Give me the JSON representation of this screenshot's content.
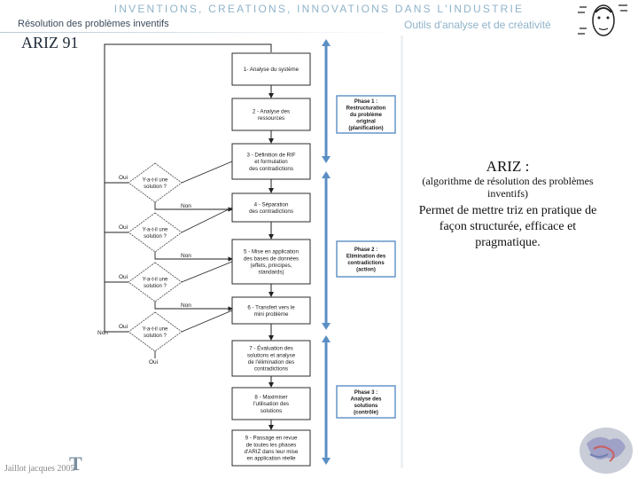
{
  "header": {
    "banner": "INVENTIONS, CREATIONS, INNOVATIONS DANS L'INDUSTRIE",
    "left": "Résolution des problèmes inventifs",
    "right": "Outils d'analyse et de créativité"
  },
  "title": "ARIZ 91",
  "flow": {
    "steps": [
      [
        "1- Analyse du système"
      ],
      [
        "2 - Analyse des",
        "ressources"
      ],
      [
        "3 - Définition de RIF",
        "et formulation",
        "des contradictions"
      ],
      [
        "4 - Séparation",
        "des contradictions"
      ],
      [
        "5 - Mise en application",
        "des bases de données",
        "(effets, principes,",
        "standards)"
      ],
      [
        "6 - Transfert vers le",
        "mini problème"
      ],
      [
        "7 - Évaluation des",
        "solutions et analyse",
        "de l'élimination des",
        "contradictions"
      ],
      [
        "8 - Maximiser",
        "l'utilisation des",
        "solutions"
      ],
      [
        "9 - Passage en revue",
        "de toutes les phases",
        "d'ARIZ dans leur mise",
        "en application réelle"
      ]
    ],
    "decisions": [
      [
        "Y-a-t-il une",
        "solution ?"
      ],
      [
        "Y-a-t-il une",
        "solution ?"
      ],
      [
        "Y-a-t-il une",
        "solution ?"
      ],
      [
        "Y-a-t-il une",
        "solution ?"
      ]
    ],
    "phases": [
      [
        "Phase 1 :",
        "Restructuration",
        "du problème",
        "original",
        "(planification)"
      ],
      [
        "Phase 2 :",
        "Elimination des",
        "contradictions",
        "(action)"
      ],
      [
        "Phase 3 :",
        "Analyse des",
        "solutions",
        "(contrôle)"
      ]
    ],
    "labels": {
      "oui": "Oui",
      "non": "Non"
    }
  },
  "side": {
    "title": "ARIZ :",
    "subtitle": "(algorithme de résolution des problèmes inventifs)",
    "description": "Permet de mettre triz en pratique de façon structurée, efficace et pragmatique."
  },
  "footer": {
    "author": "Jaillot jacques 2005",
    "logo": "T"
  },
  "icons": [
    "face-sketch-icon",
    "brain-icon"
  ],
  "colors": {
    "accent": "#8fb3c9",
    "arrow": "#5b8fc4",
    "box_border": "#2b2b2b"
  }
}
